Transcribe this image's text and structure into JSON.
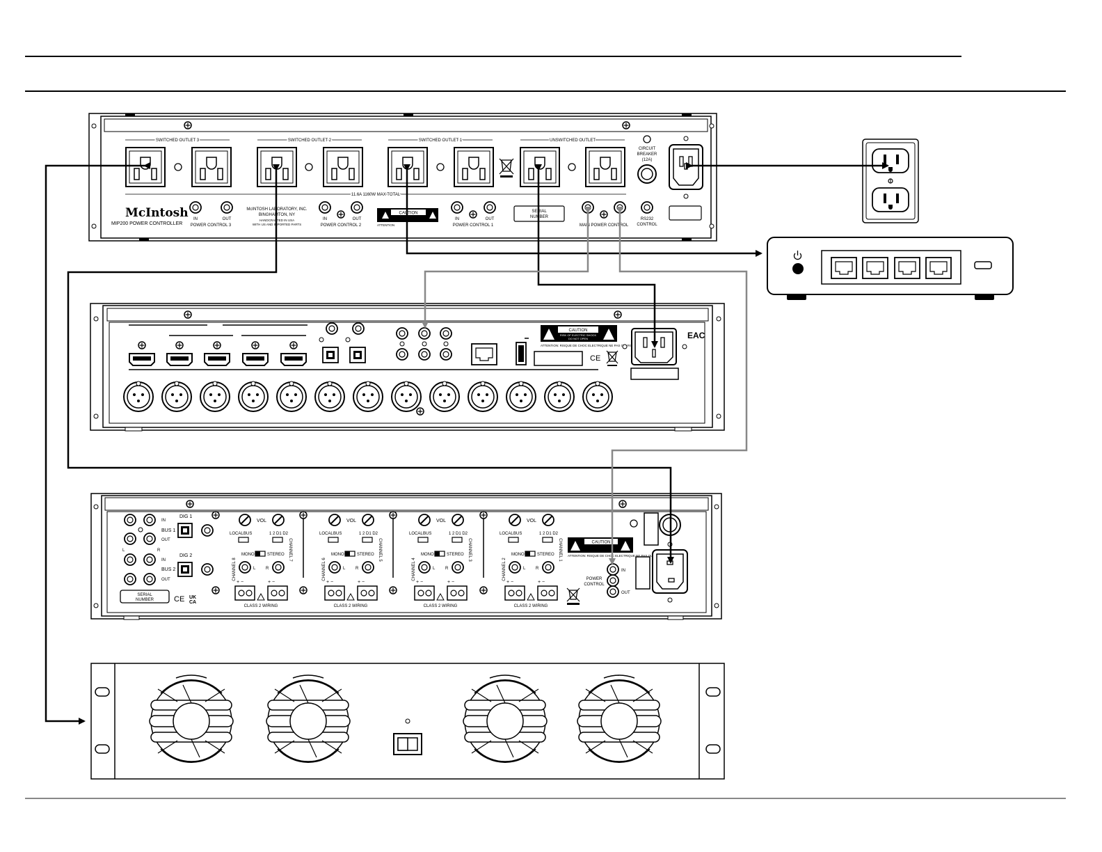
{
  "mip200": {
    "brand": "McIntosh",
    "model": "MIP200 POWER CONTROLLER",
    "outlet_groups": [
      "SWITCHED OUTLET 3",
      "SWITCHED OUTLET 2",
      "SWITCHED OUTLET 1",
      "UNSWITCHED OUTLET"
    ],
    "max_total": "11.6A 1160W MAX TOTAL",
    "circuit_breaker": [
      "CIRCUIT",
      "BREAKER",
      "(12A)"
    ],
    "address": [
      "McINTOSH LABORATORY, INC.",
      "BINGHAMTON, NY"
    ],
    "handcrafted": [
      "HANDCRAFTED IN USA",
      "WITH US AND IMPORTED PARTS"
    ],
    "pc3": "POWER CONTROL 3",
    "pc2": "POWER CONTROL 2",
    "pc1": "POWER CONTROL 1",
    "main_pc": "MAIN POWER CONTROL",
    "rs232": [
      "RS232",
      "CONTROL"
    ],
    "in_label": "IN",
    "out_label": "OUT",
    "serial": [
      "SERIAL",
      "NUMBER"
    ],
    "caution": "CAUTION",
    "attention": "ATTENTION"
  },
  "processor": {
    "caution": "CAUTION",
    "caution_sub": [
      "RISK OF ELECTRIC SHOCK",
      "DO NOT OPEN"
    ],
    "attention": "ATTENTION: RISQUE DE CHOC ELECTRIQUE NE PAS OUVRIR",
    "ce": "CE",
    "eac": "EAC"
  },
  "amplifier": {
    "labels": {
      "in": "IN",
      "out": "OUT",
      "bus1": "BUS 1",
      "bus2": "BUS 2",
      "dig1": "DIG 1",
      "dig2": "DIG 2",
      "l": "L",
      "r": "R",
      "vol": "VOL",
      "local": "LOCAL",
      "bus": "BUS",
      "d_sel": "1  2  D1 D2",
      "mono": "MONO",
      "stereo": "STEREO",
      "class2": "CLASS 2 WIRING",
      "serial": [
        "SERIAL",
        "NUMBER"
      ],
      "ce": "CE",
      "ukca": [
        "UK",
        "CA"
      ],
      "power_control": [
        "POWER",
        "CONTROL"
      ],
      "caution": "CAUTION",
      "attention": "ATTENTION: RISQUE DE CHOC ELECTRIQUE NE PAS OUVRIR"
    },
    "channel_pairs": [
      [
        "CHANNEL 8",
        "CHANNEL 7"
      ],
      [
        "CHANNEL 6",
        "CHANNEL 5"
      ],
      [
        "CHANNEL 4",
        "CHANNEL 3"
      ],
      [
        "CHANNEL 2",
        "CHANNEL 1"
      ]
    ]
  },
  "colors": {
    "line": "#000000",
    "control_wire": "#888888",
    "panel": "#ffffff"
  },
  "icons": [
    "wall-outlet-icon",
    "network-switch-icon",
    "power-icon",
    "fan-icon",
    "warning-triangle-icon",
    "weee-bin-icon"
  ]
}
